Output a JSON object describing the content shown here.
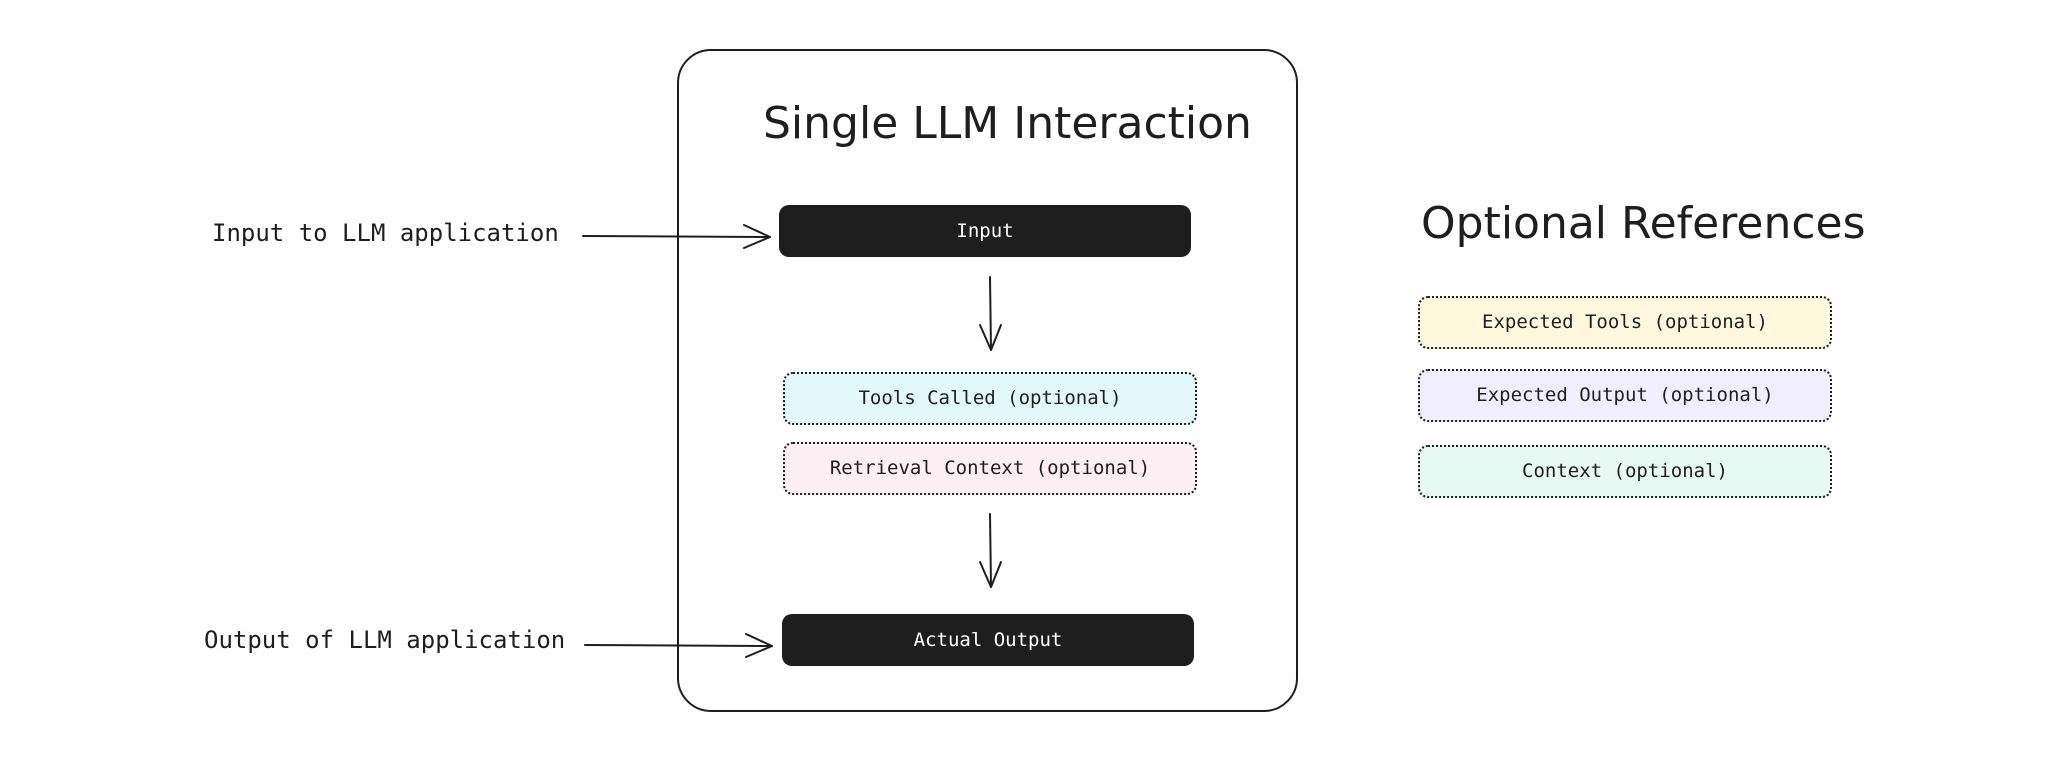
{
  "main_panel": {
    "title": "Single LLM Interaction",
    "input_box": "Input",
    "tools_called_box": "Tools Called (optional)",
    "retrieval_context_box": "Retrieval Context (optional)",
    "actual_output_box": "Actual Output"
  },
  "labels": {
    "input": "Input to LLM application",
    "output": "Output of LLM application"
  },
  "references": {
    "title": "Optional References",
    "items": [
      "Expected Tools (optional)",
      "Expected Output (optional)",
      "Context (optional)"
    ]
  },
  "colors": {
    "ink": "#1e1e1e",
    "tools_fill": "#e3f8fa",
    "retrieval_fill": "#fdeff4",
    "expected_tools_fill": "#fff8df",
    "expected_output_fill": "#f1efff",
    "context_fill": "#e6faf3"
  }
}
